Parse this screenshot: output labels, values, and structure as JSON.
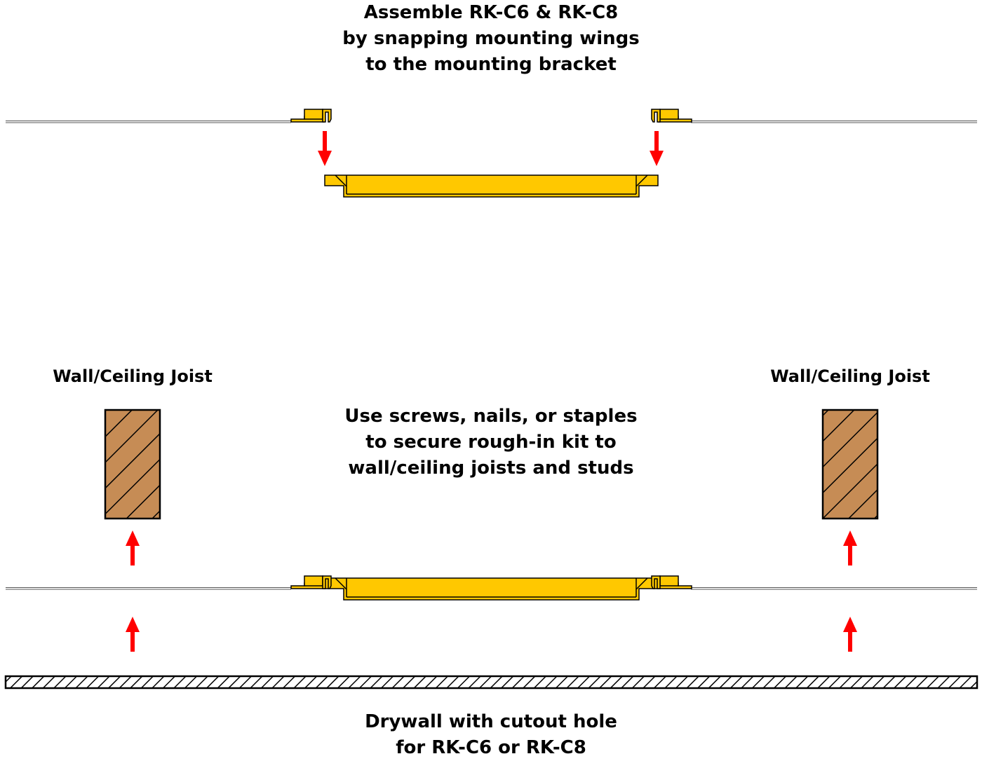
{
  "title_lines": [
    "Assemble RK-C6 & RK-C8",
    "by snapping mounting wings",
    "to the mounting bracket"
  ],
  "joist_label_left": "Wall/Ceiling Joist",
  "joist_label_right": "Wall/Ceiling Joist",
  "instruction_lines": [
    "Use screws, nails, or staples",
    "to secure rough-in kit to",
    "wall/ceiling joists and studs"
  ],
  "drywall_lines": [
    "Drywall with cutout hole",
    "for RK-C6 or RK-C8"
  ],
  "colors": {
    "part": "#FFC800",
    "joist": "#C68C55",
    "arrow": "#FF0000",
    "outline": "#000000"
  }
}
